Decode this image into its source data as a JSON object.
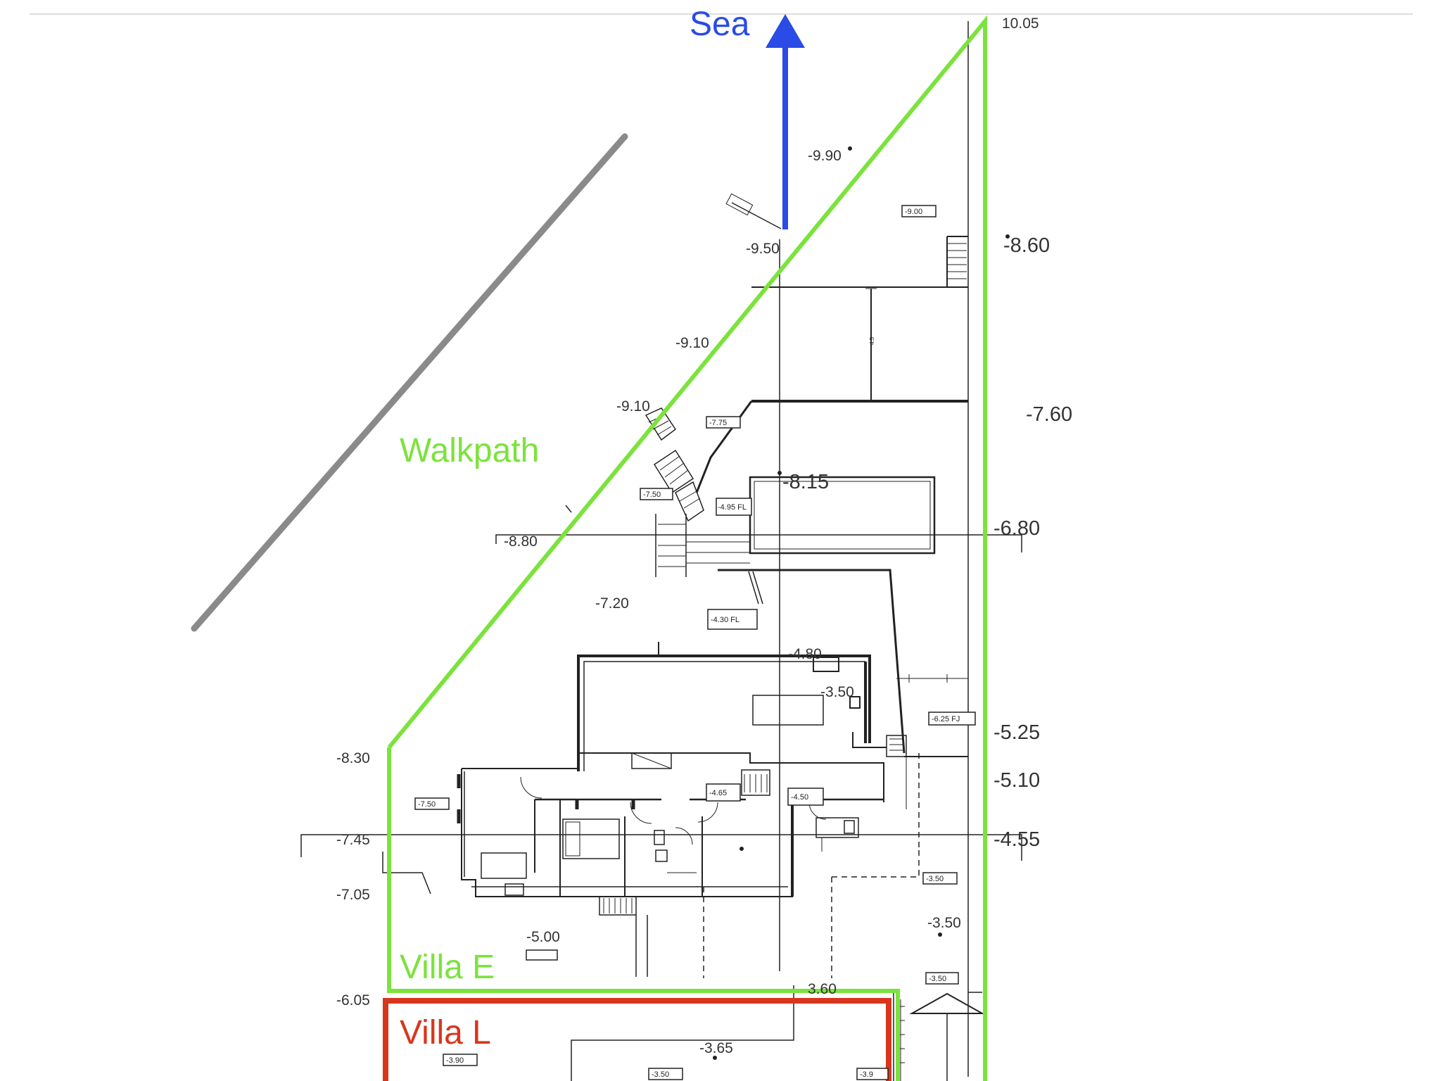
{
  "labels": {
    "sea": "Sea",
    "walkpath": "Walkpath",
    "villa_e": "Villa E",
    "villa_l": "Villa L"
  },
  "colors": {
    "sea": "#2a4be6",
    "boundary_green": "#7be33c",
    "villa_l_red": "#d8361c",
    "walkpath_gray": "#8a8a8a",
    "linework": "#222222"
  },
  "elevations": {
    "e_10_05": "10.05",
    "e_9_90": "-9.90",
    "e_8_60": "-8.60",
    "e_9_50": "-9.50",
    "e_9_10a": "-9.10",
    "e_9_10b": "-9.10",
    "e_7_60": "-7.60",
    "e_8_15": "-8.15",
    "e_6_80": "-6.80",
    "e_8_80": "-8.80",
    "e_7_20": "-7.20",
    "e_4_80": "-4.80",
    "e_3_50a": "-3.50",
    "e_5_25": "-5.25",
    "e_8_30": "-8.30",
    "e_5_10": "-5.10",
    "e_7_45": "-7.45",
    "e_4_55": "-4.55",
    "e_7_05": "-7.05",
    "e_3_50b": "-3.50",
    "e_5_00": "-5.00",
    "e_6_05": "-6.05",
    "e_3_65": "-3.65",
    "e_3_60": "3.60"
  },
  "level_tags": {
    "t_9_00": "-9.00",
    "t_7_75": "-7.75",
    "t_7_50a": "-7.50",
    "t_6_95": "-4.95 FL",
    "t_4_30": "-4.30 FL",
    "t_6_25": "-6.25 FJ",
    "t_7_50b": "-7.50",
    "t_4_65": "-4.65",
    "t_4_50": "-4.50",
    "t_3_50": "-3.50",
    "t_3_50c": "-3.50",
    "t_3_90": "-3.90",
    "t_3_50d": "-3.50",
    "t_3_9": "-3.9"
  }
}
